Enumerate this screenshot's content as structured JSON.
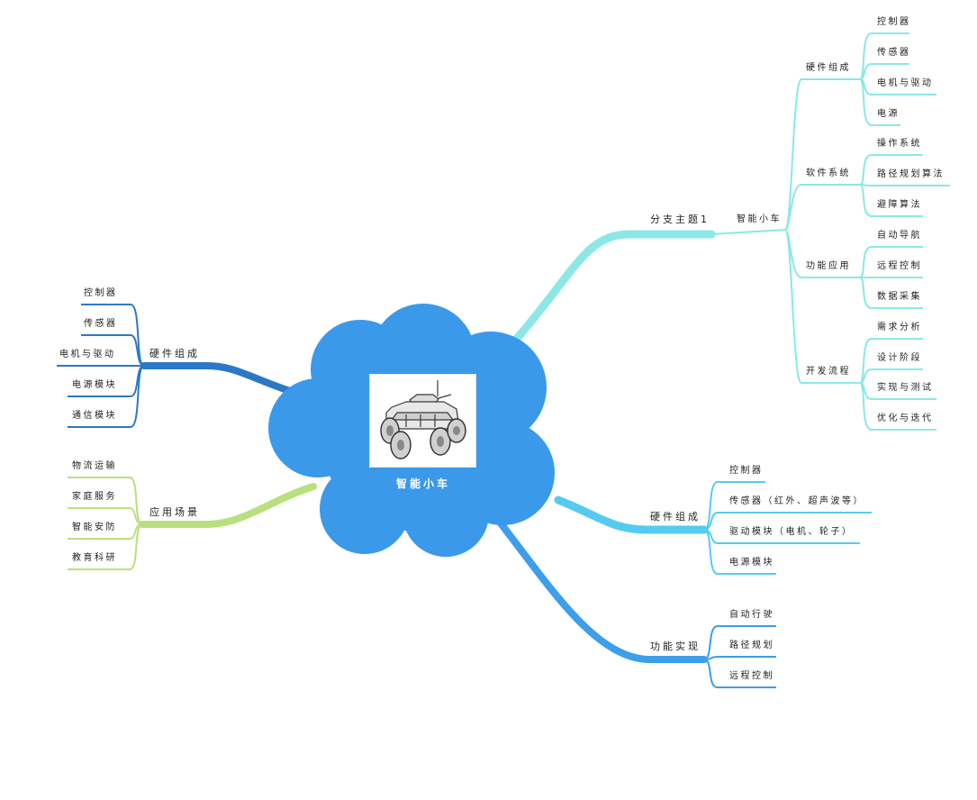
{
  "colors": {
    "cloud": "#3b99ea",
    "branch_top_right": "#8be8e6",
    "branch_mid_right": "#55cbf2",
    "branch_bottom_right": "#3d9eea",
    "branch_top_left": "#2c78c8",
    "branch_bottom_left": "#b9e07e"
  },
  "center": {
    "label": "智能小车",
    "image_icon": "armored-robot-car-sketch"
  },
  "branches": {
    "subtopic1": {
      "label": "分支主题1",
      "child": {
        "label": "智能小车",
        "groups": [
          {
            "label": "硬件组成",
            "items": [
              "控制器",
              "传感器",
              "电机与驱动",
              "电源"
            ]
          },
          {
            "label": "软件系统",
            "items": [
              "操作系统",
              "路径规划算法",
              "避障算法"
            ]
          },
          {
            "label": "功能应用",
            "items": [
              "自动导航",
              "远程控制",
              "数据采集"
            ]
          },
          {
            "label": "开发流程",
            "items": [
              "需求分析",
              "设计阶段",
              "实现与测试",
              "优化与迭代"
            ]
          }
        ]
      }
    },
    "hardware_right": {
      "label": "硬件组成",
      "items": [
        "控制器",
        "传感器（红外、超声波等）",
        "驱动模块（电机、轮子）",
        "电源模块"
      ]
    },
    "functions": {
      "label": "功能实现",
      "items": [
        "自动行驶",
        "路径规划",
        "远程控制"
      ]
    },
    "hardware_left": {
      "label": "硬件组成",
      "items": [
        "控制器",
        "传感器",
        "电机与驱动",
        "电源模块",
        "通信模块"
      ]
    },
    "applications": {
      "label": "应用场景",
      "items": [
        "物流运输",
        "家庭服务",
        "智能安防",
        "教育科研"
      ]
    }
  }
}
